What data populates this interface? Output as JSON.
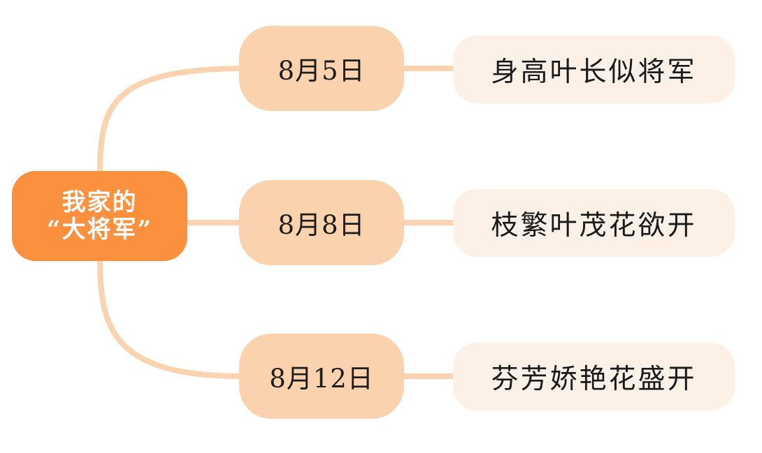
{
  "diagram": {
    "type": "mind-map",
    "orientation": "left-to-right",
    "root": {
      "line1": "我家的",
      "line2": "“大将军”"
    },
    "branches": [
      {
        "date": "8月5日",
        "description": "身高叶长似将军"
      },
      {
        "date": "8月8日",
        "description": "枝繁叶茂花欲开"
      },
      {
        "date": "8月12日",
        "description": "芬芳娇艳花盛开"
      }
    ],
    "colors": {
      "root_fill": "#FB913F",
      "root_text": "#FFFFFF",
      "date_fill": "#FAD2AE",
      "leaf_fill": "#FDF0E6",
      "connector": "#FBD3B0",
      "body_text": "#1A1A1A",
      "background": "#FFFFFF"
    }
  }
}
